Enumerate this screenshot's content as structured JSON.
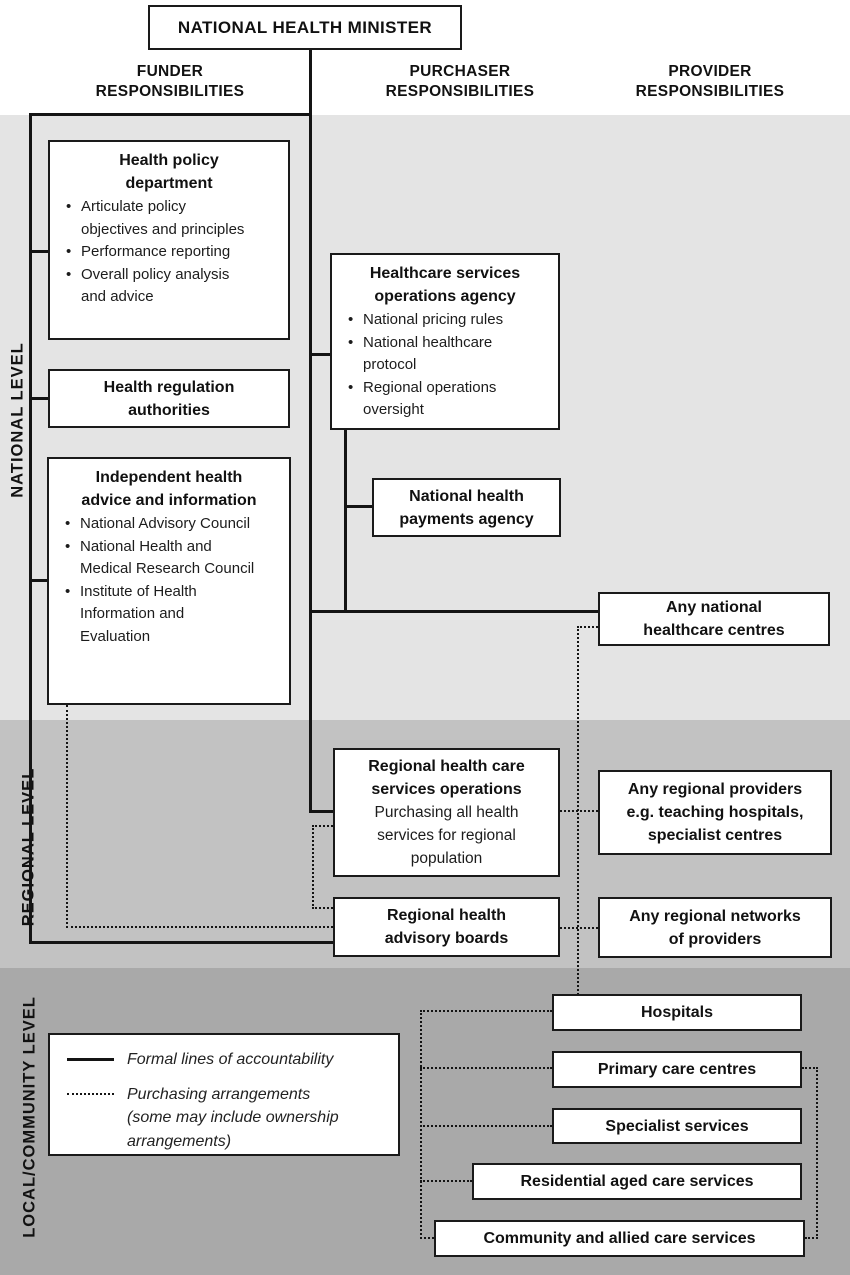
{
  "title_box": {
    "label": "NATIONAL HEALTH MINISTER"
  },
  "column_headers": {
    "funder": "FUNDER RESPONSIBILITIES",
    "purchaser": "PURCHASER RESPONSIBILITIES",
    "provider": "PROVIDER RESPONSIBILITIES"
  },
  "levels": {
    "national": "NATIONAL LEVEL",
    "regional": "REGIONAL LEVEL",
    "local": "LOCAL/COMMUNITY LEVEL"
  },
  "boxes": {
    "health_policy": {
      "title": "Health policy department",
      "bullets": [
        "Articulate policy objectives and principles",
        "Performance reporting",
        "Overall policy analysis and advice"
      ]
    },
    "health_regulation": {
      "title": "Health regulation authorities"
    },
    "independent_health": {
      "title": "Independent health advice and information",
      "bullets": [
        "National Advisory Council",
        "National Health and Medical Research Council",
        "Institute of Health Information and Evaluation"
      ]
    },
    "operations_agency": {
      "title": "Healthcare services operations agency",
      "bullets": [
        "National pricing rules",
        "National healthcare protocol",
        "Regional operations oversight"
      ]
    },
    "payments_agency": {
      "title": "National health payments agency"
    },
    "national_centres": {
      "title": "Any national healthcare centres"
    },
    "regional_operations": {
      "title": "Regional health care services operations",
      "subtitle": "Purchasing all health services for regional population"
    },
    "advisory_boards": {
      "title": "Regional health advisory boards"
    },
    "regional_providers": {
      "title": "Any regional providers e.g. teaching hospitals, specialist centres"
    },
    "regional_networks": {
      "title": "Any regional networks of providers"
    },
    "hospitals": {
      "title": "Hospitals"
    },
    "primary_care": {
      "title": "Primary care centres"
    },
    "specialist_services": {
      "title": "Specialist services"
    },
    "residential_aged_care": {
      "title": "Residential aged care services"
    },
    "community_allied": {
      "title": "Community and allied care services"
    }
  },
  "legend": {
    "formal": "Formal lines of accountability",
    "purchasing": "Purchasing arrangements (some may include ownership arrangements)"
  },
  "colors": {
    "national_band": "#e4e4e4",
    "regional_band": "#c2c2c2",
    "local_band": "#a9a9a9",
    "line": "#141414",
    "box_bg": "#ffffff"
  }
}
